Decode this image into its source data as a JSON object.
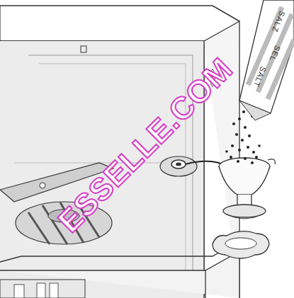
{
  "diagram": {
    "labels": [
      "SALZ",
      "SEL",
      "SALT",
      "ESSELLE.COM"
    ]
  }
}
